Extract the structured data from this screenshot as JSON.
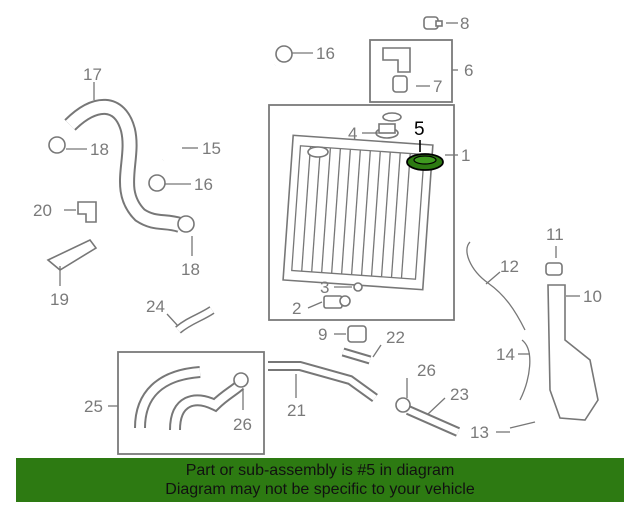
{
  "callouts": {
    "c1": "1",
    "c2": "2",
    "c3": "3",
    "c4": "4",
    "c5": "5",
    "c6": "6",
    "c7": "7",
    "c8": "8",
    "c9": "9",
    "c10": "10",
    "c11": "11",
    "c12": "12",
    "c13": "13",
    "c14": "14",
    "c15": "15",
    "c16a": "16",
    "c16b": "16",
    "c17": "17",
    "c18a": "18",
    "c18b": "18",
    "c19": "19",
    "c20": "20",
    "c21": "21",
    "c22": "22",
    "c23": "23",
    "c24": "24",
    "c25": "25",
    "c26a": "26",
    "c26b": "26"
  },
  "highlight_color": "#2d7a12",
  "banner": {
    "line1": "Part or sub-assembly is #5 in diagram",
    "line2": "Diagram may not be specific to your vehicle"
  }
}
